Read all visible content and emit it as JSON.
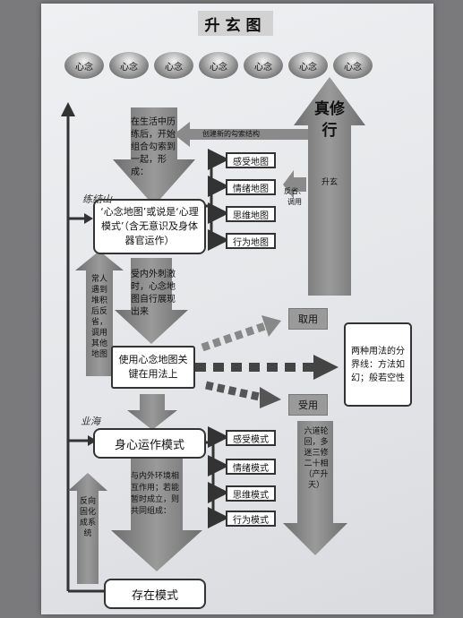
{
  "title": "升玄图",
  "bubbles": [
    "心念",
    "心念",
    "心念",
    "心念",
    "心念",
    "心念",
    "心念"
  ],
  "top_arrow_text": "在生活中历练后，开始组合勾索到一起，形成：",
  "create_new_structure": "创建新的勾索结构",
  "zhen_xiu_xing": "真修行",
  "sheng_xuan": "升玄",
  "fan_sheng_tiao_yong": "反省、调用",
  "mind_map_box": "‘心念地图’或说是‘心理模式’（含无意识及身体器官运作）",
  "maps": [
    "感受地图",
    "情绪地图",
    "思维地图",
    "行为地图"
  ],
  "left_mid_text": "常人遇到堆积后反省，调用其他地图",
  "auto_show_text": "受内外刺激时，心念地图自行展现出来",
  "qu_yong": "取用",
  "use_box": "使用心念地图关键在用法上",
  "right_box": "两种用法的分界线：方法如幻；般若空性",
  "shou_yong": "受用",
  "operating_box": "身心运作模式",
  "modes": [
    "感受模式",
    "情绪模式",
    "思维模式",
    "行为模式"
  ],
  "right_down_text": "六道轮回，多迷三修二十相（产升天）",
  "bottom_mid_text": "与内外环境相互作用；若能暂时成立，则共同组成：",
  "left_bottom_text": "反向固化成系统",
  "existence_box": "存在模式",
  "handwriting_1": "练结山",
  "handwriting_2": "业海"
}
